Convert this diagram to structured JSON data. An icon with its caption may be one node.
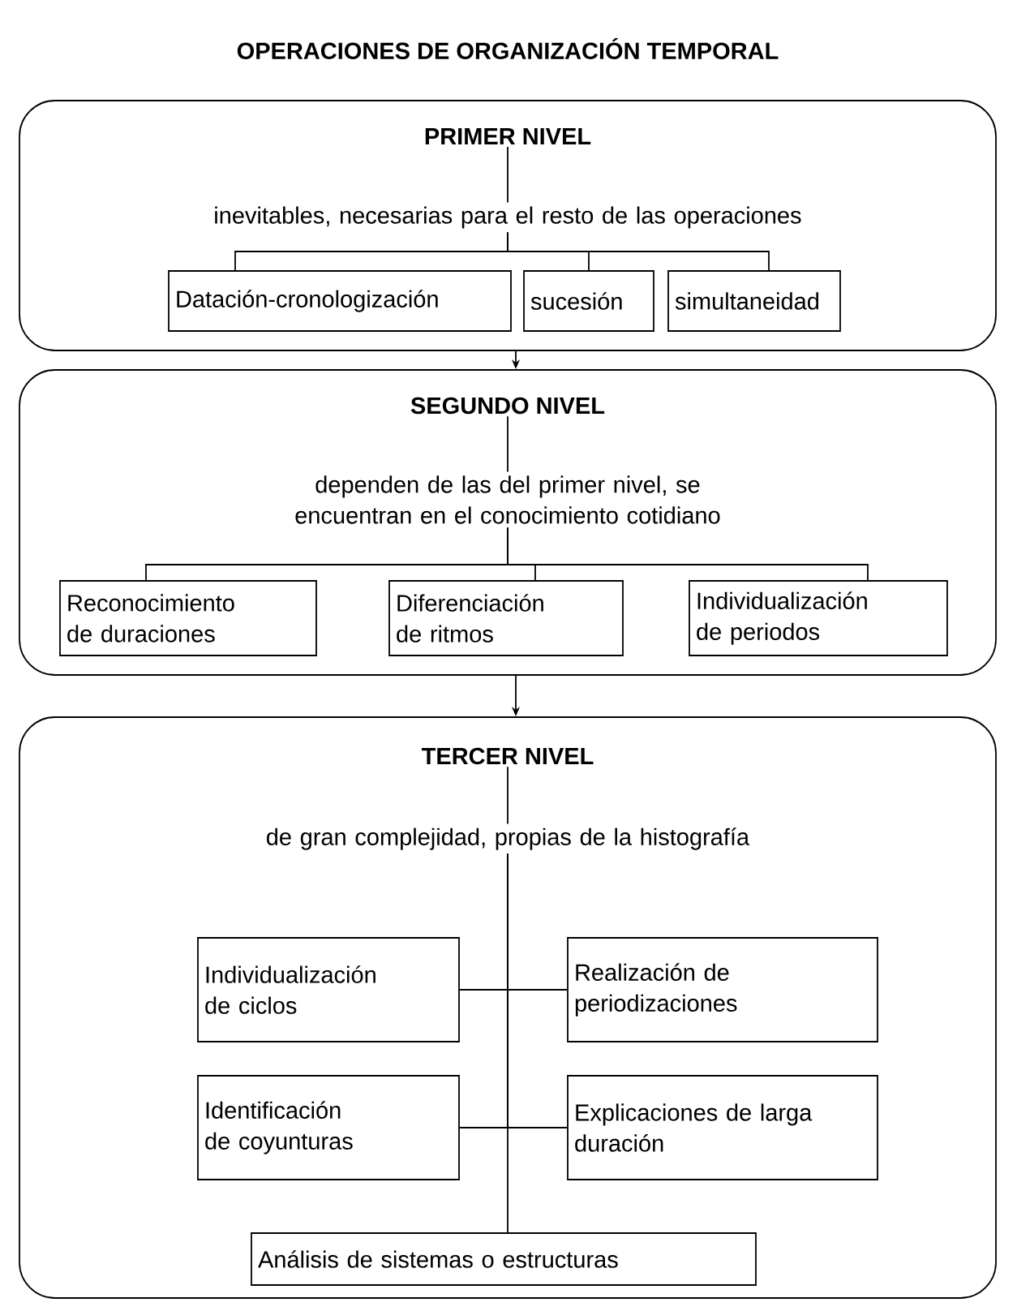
{
  "diagram": {
    "title": "OPERACIONES DE ORGANIZACIÓN TEMPORAL",
    "nodes": [
      {
        "text": [],
        "shape": "box"
      },
      {
        "text": [
          "PRIMER NIVEL"
        ],
        "in": 0
      },
      {
        "text": [
          "inevitables, necesarias para el resto de las operaciones"
        ],
        "in": 0
      },
      {
        "text": [
          "Datación-cronologización"
        ],
        "in": 0
      },
      {
        "text": [
          "sucesión"
        ],
        "in": 0
      },
      {
        "text": [
          "simultaneidad"
        ],
        "in": 0
      },
      {
        "text": [],
        "shape": "box"
      },
      {
        "text": [
          "SEGUNDO NIVEL"
        ],
        "in": 6
      },
      {
        "text": [
          "dependen de las del primer nivel, se encuentran en el conocimiento cotidiano"
        ],
        "in": 6
      },
      {
        "text": [
          "Reconocimiento de duraciones"
        ],
        "in": 6
      },
      {
        "text": [
          "Diferenciación de ritmos"
        ],
        "in": 6
      },
      {
        "text": [
          "Individualización de periodos"
        ],
        "in": 6
      },
      {
        "text": [],
        "shape": "box"
      },
      {
        "text": [
          "TERCER NIVEL"
        ],
        "in": 12
      },
      {
        "text": [
          "de gran complejidad, propias de la histografía"
        ],
        "in": 12
      },
      {
        "text": [
          "Individualización de ciclos"
        ],
        "in": 12
      },
      {
        "text": [
          "Realización de periodizaciones"
        ],
        "in": 12
      },
      {
        "text": [
          "Identificación de coyunturas"
        ],
        "in": 12
      },
      {
        "text": [
          "Explicaciones de larga duración"
        ],
        "in": 12
      },
      {
        "text": [
          "Análisis de sistemas o estructuras"
        ],
        "in": 12
      }
    ],
    "edges": [
      {
        "from": 1,
        "to": 2,
        "arrow": "none"
      },
      {
        "from": 2,
        "to": 3,
        "arrow": "none"
      },
      {
        "from": 2,
        "to": 4,
        "arrow": "none"
      },
      {
        "from": 2,
        "to": 5,
        "arrow": "none"
      },
      {
        "from": 0,
        "to": 6,
        "arrow": "to"
      },
      {
        "from": 7,
        "to": 8,
        "arrow": "none"
      },
      {
        "from": 8,
        "to": 9,
        "arrow": "none"
      },
      {
        "from": 8,
        "to": 10,
        "arrow": "none"
      },
      {
        "from": 8,
        "to": 11,
        "arrow": "none"
      },
      {
        "from": 6,
        "to": 12,
        "arrow": "to"
      },
      {
        "from": 13,
        "to": 14,
        "arrow": "none"
      },
      {
        "from": 14,
        "to": 15,
        "arrow": "none"
      },
      {
        "from": 14,
        "to": 16,
        "arrow": "none"
      },
      {
        "from": 14,
        "to": 17,
        "arrow": "none"
      },
      {
        "from": 14,
        "to": 18,
        "arrow": "none"
      },
      {
        "from": 14,
        "to": 19,
        "arrow": "none"
      }
    ]
  }
}
